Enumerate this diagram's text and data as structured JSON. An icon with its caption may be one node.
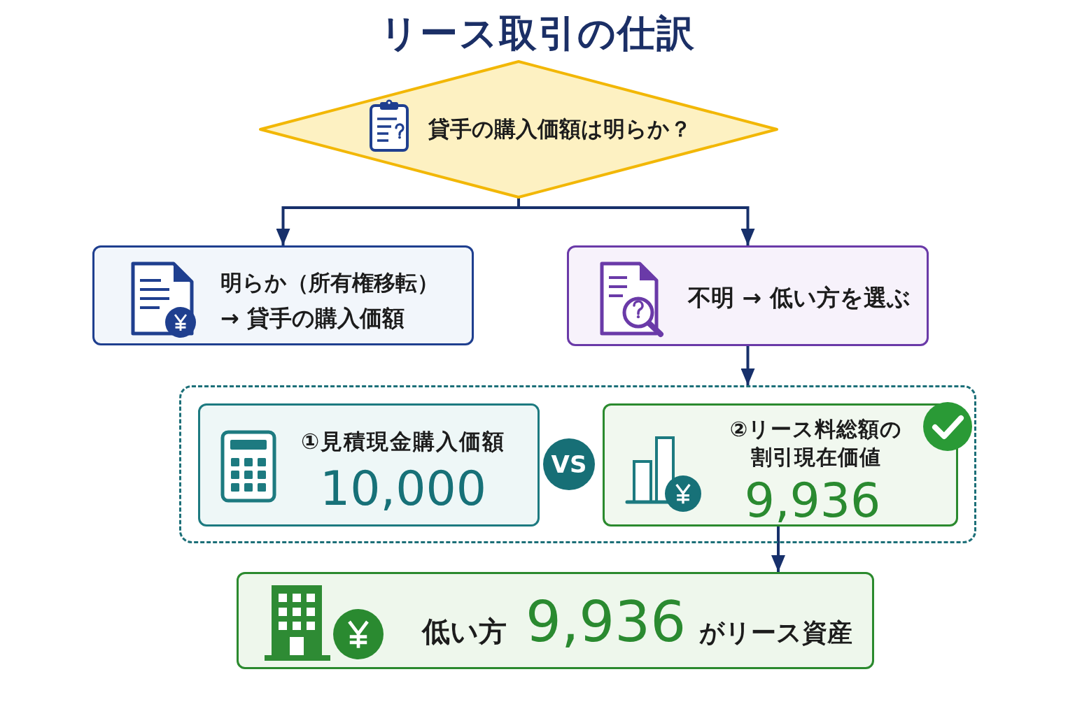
{
  "diagram": {
    "title": "リース取引の仕訳",
    "nodes": [
      {
        "text": [
          "貸手の購入価額は明らか？"
        ]
      },
      {
        "text": [
          "明らか（所有権移転）",
          "→ 貸手の購入価額"
        ]
      },
      {
        "text": [
          "不明 → 低い方を選ぶ"
        ]
      },
      {
        "text": [],
        "shape": "box"
      },
      {
        "text": [
          "①見積現金購入価額",
          "10,000"
        ],
        "in": 3
      },
      {
        "text": [
          "VS"
        ],
        "in": 3
      },
      {
        "text": [
          "②リース料総額の割引現在価値",
          "9,936"
        ],
        "in": 3
      },
      {
        "text": [
          "低い方",
          "9,936",
          "がリース資産"
        ]
      }
    ],
    "edges": [
      {
        "from": 0,
        "to": 1,
        "arrow": "to"
      },
      {
        "from": 0,
        "to": 2,
        "arrow": "to"
      },
      {
        "from": 2,
        "to": 3,
        "arrow": "to"
      },
      {
        "from": 6,
        "to": 7,
        "arrow": "to"
      }
    ]
  }
}
